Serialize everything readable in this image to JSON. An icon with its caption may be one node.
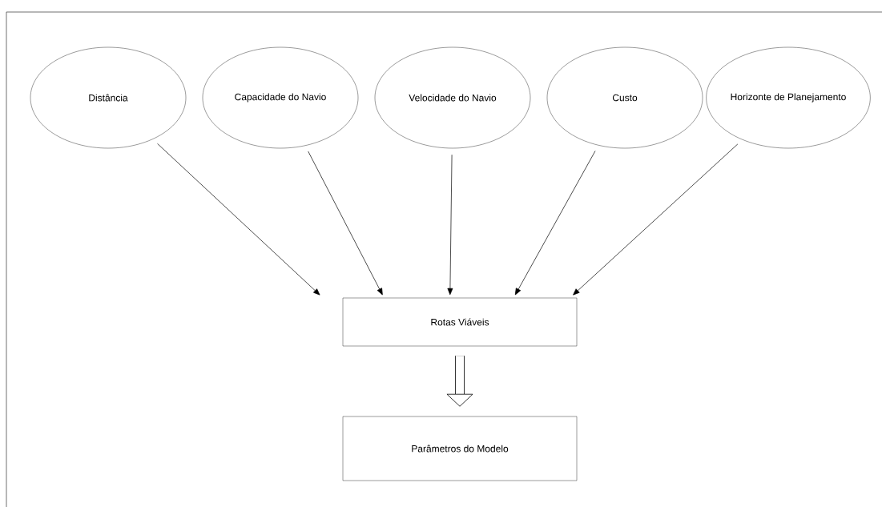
{
  "diagram": {
    "nodes": [
      {
        "text": [
          "Distância"
        ]
      },
      {
        "text": [
          "Capacidade do Navio"
        ]
      },
      {
        "text": [
          "Velocidade do Navio"
        ]
      },
      {
        "text": [
          "Custo"
        ]
      },
      {
        "text": [
          "Horizonte de Planejamento"
        ]
      },
      {
        "text": [
          "Rotas Viáveis"
        ]
      },
      {
        "text": [
          "Parâmetros do Modelo"
        ]
      }
    ],
    "edges": [
      {
        "from": 0,
        "to": 5,
        "arrow": "to"
      },
      {
        "from": 1,
        "to": 5,
        "arrow": "to"
      },
      {
        "from": 2,
        "to": 5,
        "arrow": "to"
      },
      {
        "from": 3,
        "to": 5,
        "arrow": "to"
      },
      {
        "from": 4,
        "to": 5,
        "arrow": "to"
      },
      {
        "from": 5,
        "to": 6,
        "arrow": "to",
        "style": "thick"
      }
    ]
  }
}
